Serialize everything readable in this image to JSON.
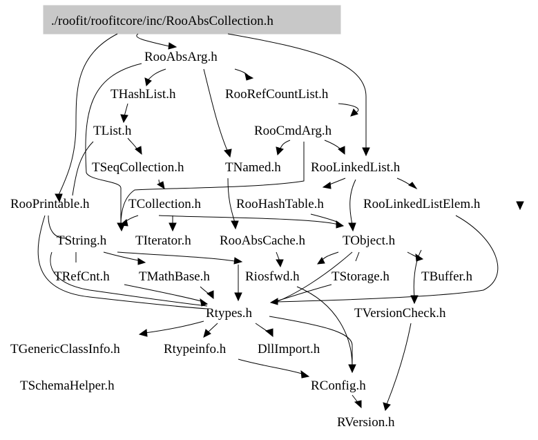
{
  "graph": {
    "root": "./roofit/roofitcore/inc/RooAbsCollection.h",
    "nodes": {
      "rooabsarg": "RooAbsArg.h",
      "thashlist": "THashList.h",
      "roorefcountlist": "RooRefCountList.h",
      "tlist": "TList.h",
      "roocmdarg": "RooCmdArg.h",
      "tseqcollection": "TSeqCollection.h",
      "tnamed": "TNamed.h",
      "roolinkedlist": "RooLinkedList.h",
      "rooprintable": "RooPrintable.h",
      "tcollection": "TCollection.h",
      "roohashtable": "RooHashTable.h",
      "roolinkedlistelem": "RooLinkedListElem.h",
      "tstring": "TString.h",
      "titerator": "TIterator.h",
      "rooabscache": "RooAbsCache.h",
      "tobject": "TObject.h",
      "trefcnt": "TRefCnt.h",
      "tmathbase": "TMathBase.h",
      "riosfwd": "Riosfwd.h",
      "tstorage": "TStorage.h",
      "tbuffer": "TBuffer.h",
      "rtypes": "Rtypes.h",
      "tversioncheck": "TVersionCheck.h",
      "tgenericclassinfo": "TGenericClassInfo.h",
      "rtypeinfo": "Rtypeinfo.h",
      "dllimport": "DllImport.h",
      "tschemahelper": "TSchemaHelper.h",
      "rconfig": "RConfig.h",
      "rversion": "RVersion.h"
    }
  }
}
